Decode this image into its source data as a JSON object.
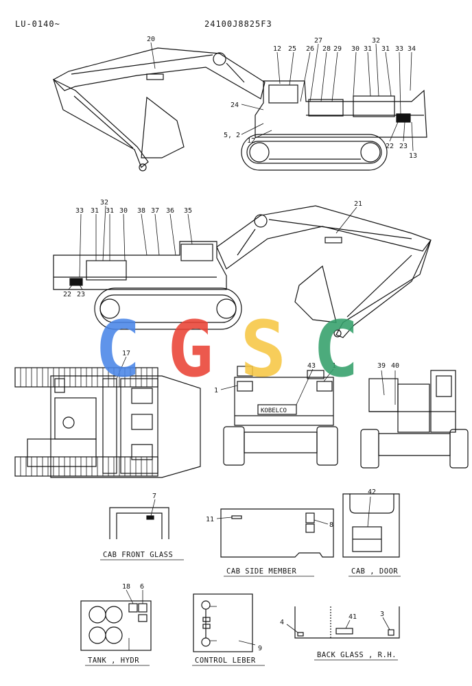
{
  "header": {
    "model_code": "LU-0140~",
    "part_number": "24100J8825F3"
  },
  "watermark": {
    "text": "CGSC",
    "colors": [
      "#4a86e8",
      "#ea4335",
      "#f6c744",
      "#34a06b"
    ]
  },
  "brand_plate": "KOBELCO",
  "callouts": {
    "side_view_1": [
      "20",
      "12",
      "25",
      "26",
      "27",
      "28",
      "29",
      "30",
      "31",
      "32",
      "31",
      "33",
      "34",
      "24",
      "5, 2",
      "12",
      "22",
      "23",
      "13"
    ],
    "side_view_2": [
      "32",
      "33",
      "31",
      "31",
      "30",
      "38",
      "37",
      "36",
      "35",
      "21",
      "22",
      "23"
    ],
    "plan_view": [
      "17"
    ],
    "rear_view": [
      "1",
      "43",
      "1"
    ],
    "front_view": [
      "39",
      "40"
    ],
    "cab_front_glass": [
      "7"
    ],
    "cab_side_member": [
      "11",
      "8"
    ],
    "cab_door": [
      "42"
    ],
    "tank_hydr": [
      "18",
      "6"
    ],
    "control_leber": [
      "9"
    ],
    "back_glass_rh": [
      "4",
      "41",
      "3"
    ]
  },
  "captions": {
    "cab_front_glass": "CAB FRONT GLASS",
    "cab_side_member": "CAB SIDE MEMBER",
    "cab_door": "CAB , DOOR",
    "tank_hydr": "TANK , HYDR",
    "control_leber": "CONTROL LEBER",
    "back_glass_rh": "BACK GLASS , R.H."
  },
  "colors": {
    "ink": "#111111",
    "paper": "#ffffff"
  }
}
